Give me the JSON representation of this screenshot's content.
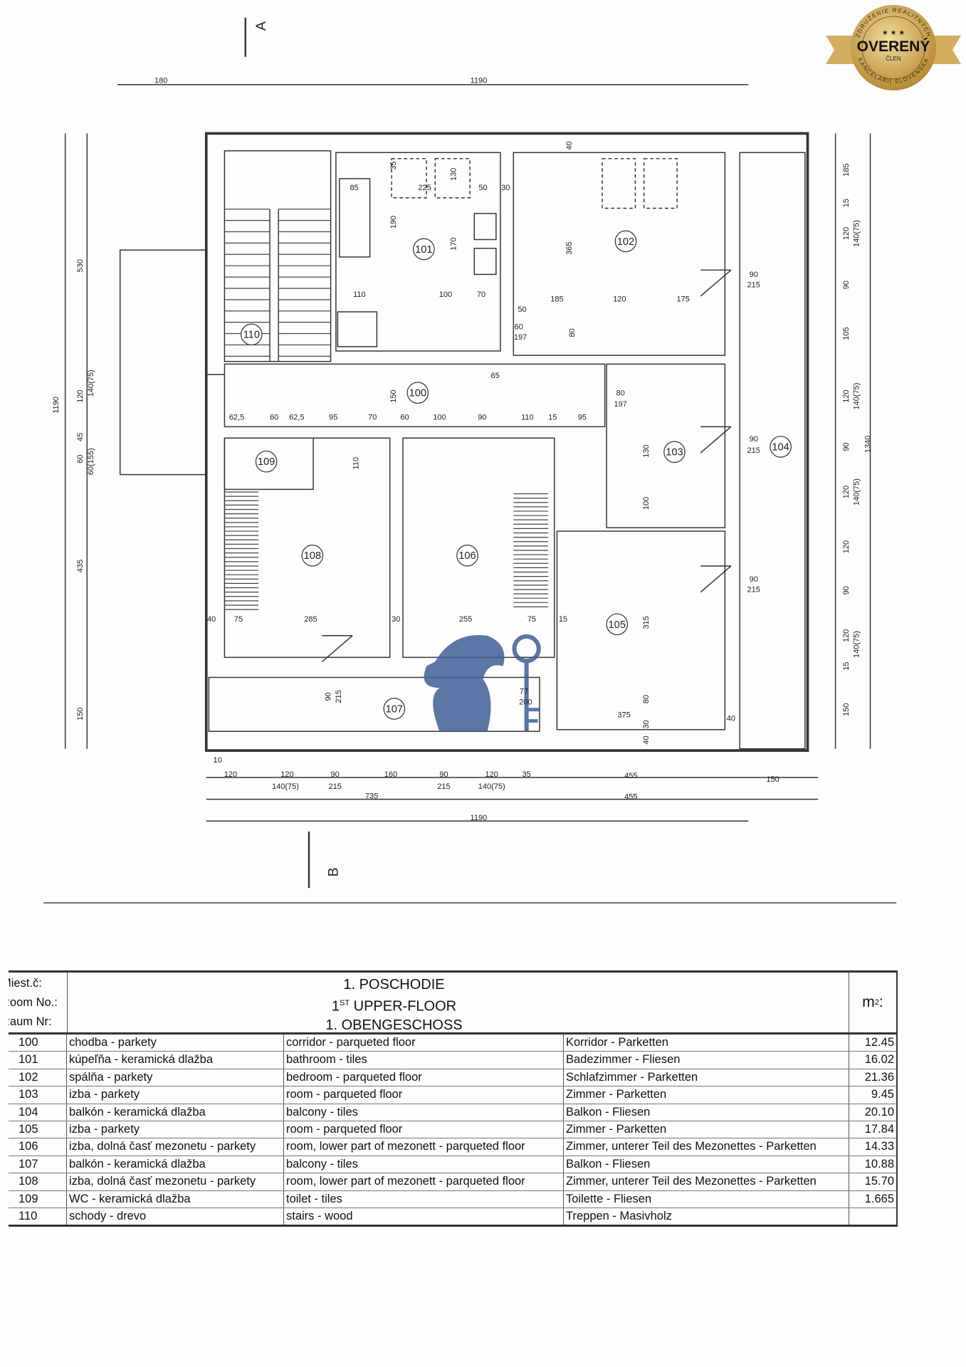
{
  "badge": {
    "title": "OVERENÝ",
    "subtitle": "ČLEN",
    "arc_top": "ZDRUŽENIE REALITNÝCH",
    "arc_bottom": "KANCELÁRIÍ SLOVENSKA",
    "stars": "★ ★ ★",
    "gold": "#c9a24a"
  },
  "plan": {
    "section_a": "A",
    "section_b": "B",
    "watermark_color": "#3e5f97",
    "rooms": [
      "101",
      "102",
      "110",
      "100",
      "103",
      "104",
      "109",
      "108",
      "106",
      "105",
      "107"
    ],
    "dims": [
      "180",
      "1190",
      "1190",
      "530",
      "120",
      "140(75)",
      "45",
      "60",
      "60(155)",
      "435",
      "150",
      "185",
      "15",
      "120",
      "140(75)",
      "90",
      "105",
      "120",
      "140(75)",
      "90",
      "1340",
      "120",
      "140(75)",
      "120",
      "90",
      "120",
      "140(75)",
      "15",
      "150",
      "10",
      "120",
      "120",
      "140(75)",
      "90",
      "215",
      "160",
      "90",
      "215",
      "120",
      "140(75)",
      "35",
      "455",
      "150",
      "735",
      "455",
      "1190",
      "85",
      "35",
      "225",
      "130",
      "50",
      "30",
      "190",
      "170",
      "110",
      "100",
      "70",
      "185",
      "120",
      "175",
      "365",
      "40",
      "90",
      "215",
      "50",
      "60",
      "197",
      "80",
      "150",
      "65",
      "80",
      "197",
      "62,5",
      "60",
      "62,5",
      "95",
      "70",
      "60",
      "100",
      "90",
      "110",
      "15",
      "95",
      "90",
      "215",
      "110",
      "130",
      "100",
      "40",
      "75",
      "285",
      "30",
      "255",
      "75",
      "15",
      "90",
      "215",
      "315",
      "90",
      "215",
      "77",
      "200",
      "375",
      "40",
      "80",
      "30",
      "40"
    ]
  },
  "legend": {
    "header_labels": [
      "Miest.č:",
      "Room No.:",
      "Raum Nr:"
    ],
    "title_sk": "1. POSCHODIE",
    "title_en_num": "1",
    "title_en_sup": "ST",
    "title_en": " UPPER-FLOOR",
    "title_de": "1. OBENGESCHOSS",
    "unit": "m",
    "unit_sup": "2",
    "unit_suffix": ":",
    "rows": [
      {
        "no": "100",
        "sk": "chodba - parkety",
        "en": "corridor - parqueted floor",
        "de": "Korridor - Parketten",
        "area": "12.45"
      },
      {
        "no": "101",
        "sk": "kúpeľňa - keramická dlažba",
        "en": "bathroom - tiles",
        "de": "Badezimmer - Fliesen",
        "area": "16.02"
      },
      {
        "no": "102",
        "sk": "spálňa - parkety",
        "en": "bedroom - parqueted floor",
        "de": "Schlafzimmer - Parketten",
        "area": "21.36"
      },
      {
        "no": "103",
        "sk": "izba - parkety",
        "en": "room - parqueted floor",
        "de": "Zimmer - Parketten",
        "area": "9.45"
      },
      {
        "no": "104",
        "sk": "balkón - keramická dlažba",
        "en": "balcony - tiles",
        "de": "Balkon - Fliesen",
        "area": "20.10"
      },
      {
        "no": "105",
        "sk": "izba - parkety",
        "en": "room - parqueted floor",
        "de": "Zimmer - Parketten",
        "area": "17.84"
      },
      {
        "no": "106",
        "sk": "izba, dolná časť mezonetu - parkety",
        "en": "room, lower part of mezonett - parqueted floor",
        "de": "Zimmer, unterer Teil des Mezonettes - Parketten",
        "area": "14.33"
      },
      {
        "no": "107",
        "sk": "balkón - keramická dlažba",
        "en": "balcony - tiles",
        "de": "Balkon - Fliesen",
        "area": "10.88"
      },
      {
        "no": "108",
        "sk": "izba, dolná časť mezonetu - parkety",
        "en": "room, lower part of mezonett - parqueted floor",
        "de": "Zimmer, unterer Teil des Mezonettes - Parketten",
        "area": "15.70"
      },
      {
        "no": "109",
        "sk": "WC - keramická dlažba",
        "en": "toilet - tiles",
        "de": "Toilette - Fliesen",
        "area": "1.665"
      },
      {
        "no": "110",
        "sk": "schody - drevo",
        "en": "stairs - wood",
        "de": "Treppen - Masivholz",
        "area": ""
      }
    ]
  }
}
